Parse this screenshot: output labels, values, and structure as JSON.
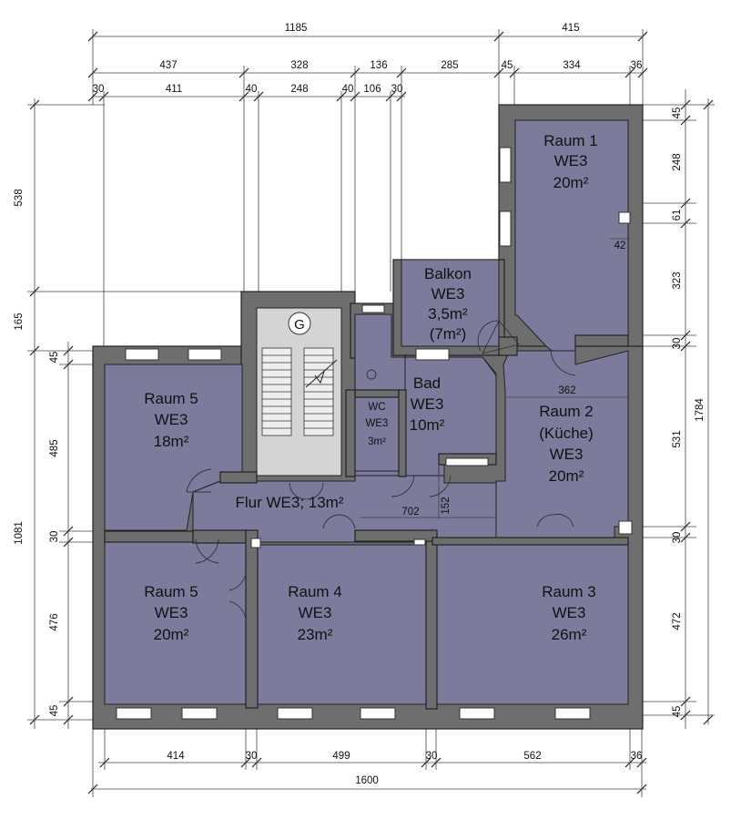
{
  "colors": {
    "room_fill": "#7c7b9c",
    "stair_fill": "#d4d4d4",
    "wall": "#6e6e6e",
    "window": "#ffffff"
  },
  "dimensions": {
    "top_total_left": "1185",
    "top_total_right": "415",
    "top_mid": [
      "437",
      "328",
      "136",
      "285",
      "45",
      "334",
      "36"
    ],
    "top_detail": [
      "30",
      "411",
      "40",
      "248",
      "40",
      "106",
      "30"
    ],
    "right_detail": [
      "45",
      "248",
      "61",
      "323",
      "30",
      "531",
      "30",
      "472",
      "45"
    ],
    "right_total": "1784",
    "right_inner": "42",
    "left_upper_total": "538",
    "left_mid": "165",
    "left_detail": [
      "45",
      "485",
      "30",
      "476",
      "45"
    ],
    "left_lower_total": "1081",
    "bottom_detail": [
      "414",
      "30",
      "499",
      "30",
      "562",
      "36"
    ],
    "bottom_total": "1600",
    "inner_362": "362",
    "inner_702": "702",
    "inner_152": "152"
  },
  "rooms": {
    "raum1": [
      "Raum 1",
      "WE3",
      "20m²"
    ],
    "balkon": [
      "Balkon",
      "WE3",
      "3,5m²",
      "(7m²)"
    ],
    "bad": [
      "Bad",
      "WE3",
      "10m²"
    ],
    "wc": [
      "WC",
      "WE3",
      "3m²"
    ],
    "raum5_upper": [
      "Raum 5",
      "WE3",
      "18m²"
    ],
    "raum2": [
      "Raum 2",
      "(Küche)",
      "WE3",
      "20m²"
    ],
    "flur": "Flur WE3; 13m²",
    "raum5_lower": [
      "Raum 5",
      "WE3",
      "20m²"
    ],
    "raum4": [
      "Raum 4",
      "WE3",
      "23m²"
    ],
    "raum3": [
      "Raum 3",
      "WE3",
      "26m²"
    ]
  },
  "stair_label": "G"
}
